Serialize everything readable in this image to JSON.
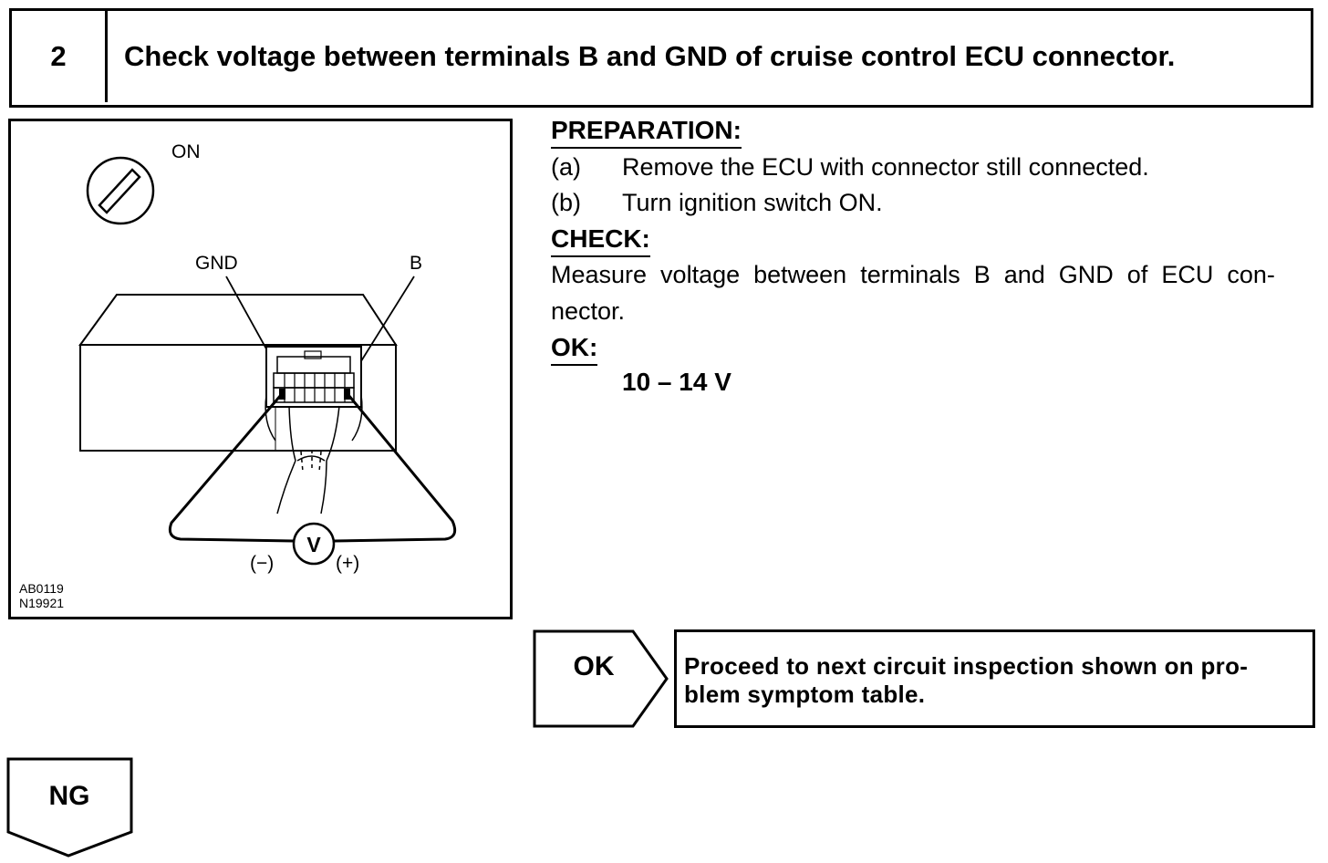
{
  "header": {
    "step_number": "2",
    "title": "Check voltage between terminals B and GND of cruise control ECU connector."
  },
  "figure": {
    "ignition_label": "ON",
    "gnd_label": "GND",
    "b_label": "B",
    "meter_symbol": "V",
    "neg_label": "(−)",
    "pos_label": "(+)",
    "code_line1": "AB0119",
    "code_line2": "N19921",
    "icons": [
      "ignition-switch-icon",
      "voltmeter-icon"
    ]
  },
  "preparation": {
    "label": "PREPARATION:",
    "steps": [
      {
        "marker": "(a)",
        "text": "Remove the ECU with connector still connected."
      },
      {
        "marker": "(b)",
        "text": "Turn ignition switch ON."
      }
    ]
  },
  "check": {
    "label": "CHECK:",
    "line1": "Measure  voltage  between  terminals  B  and  GND  of  ECU  con-",
    "line2": "nector."
  },
  "ok_spec": {
    "label": "OK:",
    "value": "10 – 14 V"
  },
  "ok_result": {
    "label": "OK",
    "line1": "Proceed to next circuit inspection shown on pro-",
    "line2": "blem symptom table."
  },
  "ng_result": {
    "label": "NG"
  }
}
